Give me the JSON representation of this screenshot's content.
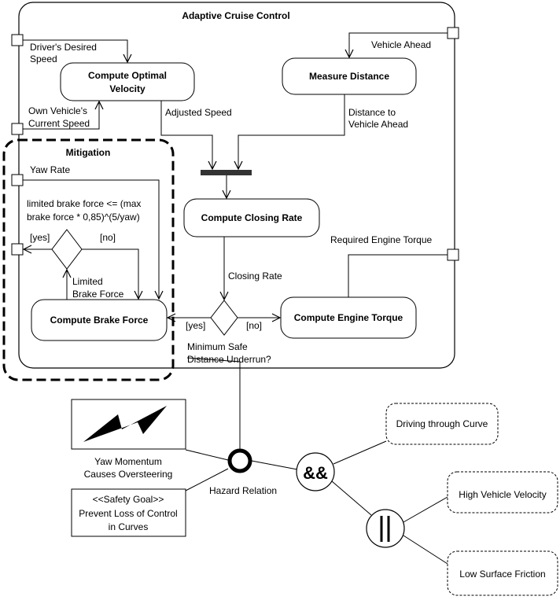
{
  "activity": {
    "title": "Adaptive Cruise Control",
    "mitigation_title": "Mitigation"
  },
  "pins": {
    "drivers_desired_speed": [
      "Driver's Desired",
      "Speed"
    ],
    "own_vehicle_speed": [
      "Own Vehicle's",
      "Current Speed"
    ],
    "vehicle_ahead": "Vehicle Ahead",
    "yaw_rate": "Yaw Rate",
    "required_engine_torque": "Required Engine Torque"
  },
  "actions": {
    "compute_optimal_velocity": [
      "Compute Optimal",
      "Velocity"
    ],
    "measure_distance": "Measure Distance",
    "compute_closing_rate": "Compute Closing Rate",
    "compute_engine_torque": "Compute Engine Torque",
    "compute_brake_force": "Compute Brake Force"
  },
  "flows": {
    "adjusted_speed": "Adjusted Speed",
    "distance_to_vehicle": [
      "Distance to",
      "Vehicle Ahead"
    ],
    "closing_rate": "Closing Rate",
    "limited_brake_force": [
      "Limited",
      "Brake Force"
    ],
    "brake_condition": [
      "limited brake force <= (max",
      "brake force * 0,85)^(5/yaw)"
    ]
  },
  "guards": {
    "yes": "[yes]",
    "no": "[no]"
  },
  "decision_label": [
    "Minimum Safe",
    "Distance Underrun?"
  ],
  "hazard": {
    "yaw_momentum": [
      "Yaw Momentum",
      "Causes Oversteering"
    ],
    "safety_goal": [
      "<<Safety Goal>>",
      "Prevent Loss of Control",
      "in Curves"
    ],
    "hazard_relation": "Hazard Relation",
    "and_gate": "&&",
    "or_gate": "||",
    "driving_through_curve": "Driving through Curve",
    "high_vehicle_velocity": "High Vehicle Velocity",
    "low_surface_friction": "Low Surface Friction"
  },
  "colors": {
    "stroke": "#000000",
    "background": "#ffffff"
  }
}
